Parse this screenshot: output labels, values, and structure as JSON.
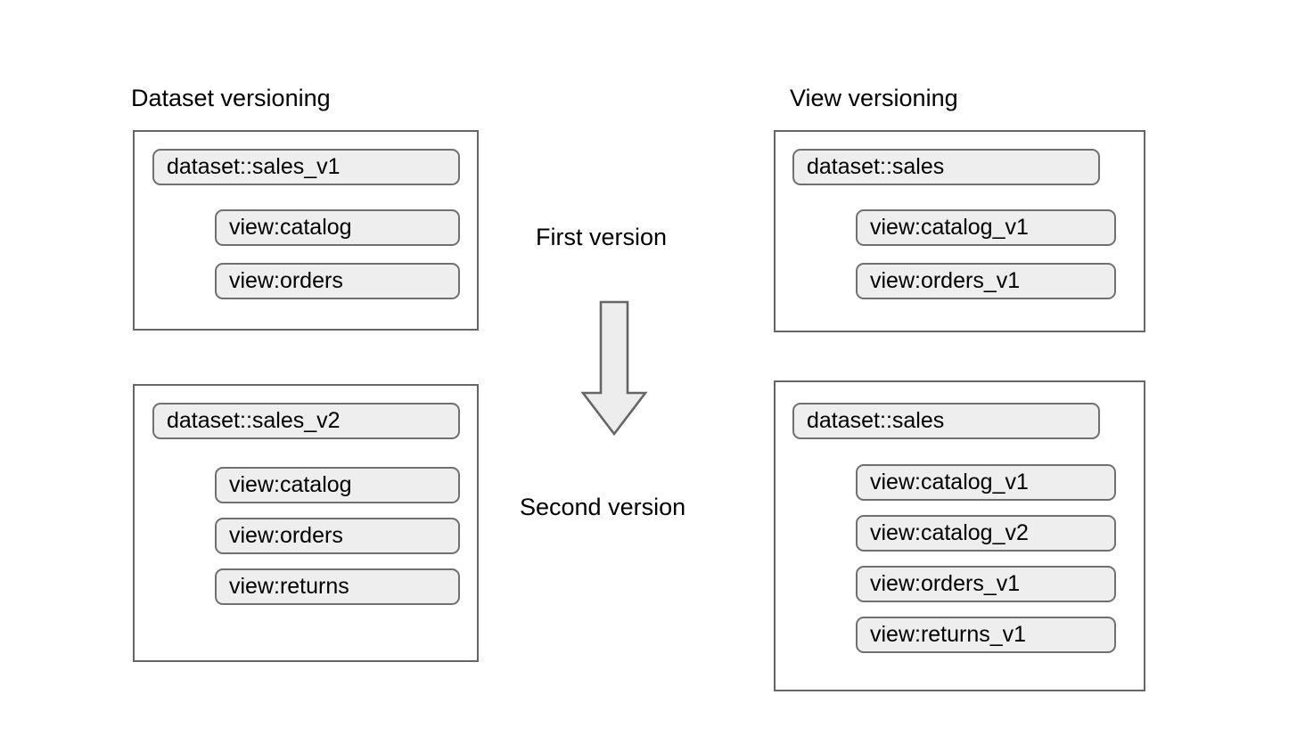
{
  "diagram": {
    "title_left": "Dataset versioning",
    "title_right": "View versioning",
    "flow": {
      "first_label": "First version",
      "second_label": "Second version",
      "arrow_icon": "down-arrow-icon",
      "arrow_fill": "#ededed",
      "arrow_stroke": "#666666"
    },
    "style": {
      "pill_fill": "#eeeeee",
      "pill_border": "#707070",
      "group_border": "#666666",
      "background": "#ffffff",
      "text_color": "#000000"
    },
    "columns": [
      {
        "id": "dataset-versioning",
        "heading": "Dataset versioning",
        "groups": [
          {
            "id": "dataset-sales-v1",
            "stage": "First version",
            "dataset": "dataset::sales_v1",
            "views": [
              "view:catalog",
              "view:orders"
            ]
          },
          {
            "id": "dataset-sales-v2",
            "stage": "Second version",
            "dataset": "dataset::sales_v2",
            "views": [
              "view:catalog",
              "view:orders",
              "view:returns"
            ]
          }
        ]
      },
      {
        "id": "view-versioning",
        "heading": "View versioning",
        "groups": [
          {
            "id": "view-sales-first",
            "stage": "First version",
            "dataset": "dataset::sales",
            "views": [
              "view:catalog_v1",
              "view:orders_v1"
            ]
          },
          {
            "id": "view-sales-second",
            "stage": "Second version",
            "dataset": "dataset::sales",
            "views": [
              "view:catalog_v1",
              "view:catalog_v2",
              "view:orders_v1",
              "view:returns_v1"
            ]
          }
        ]
      }
    ]
  }
}
